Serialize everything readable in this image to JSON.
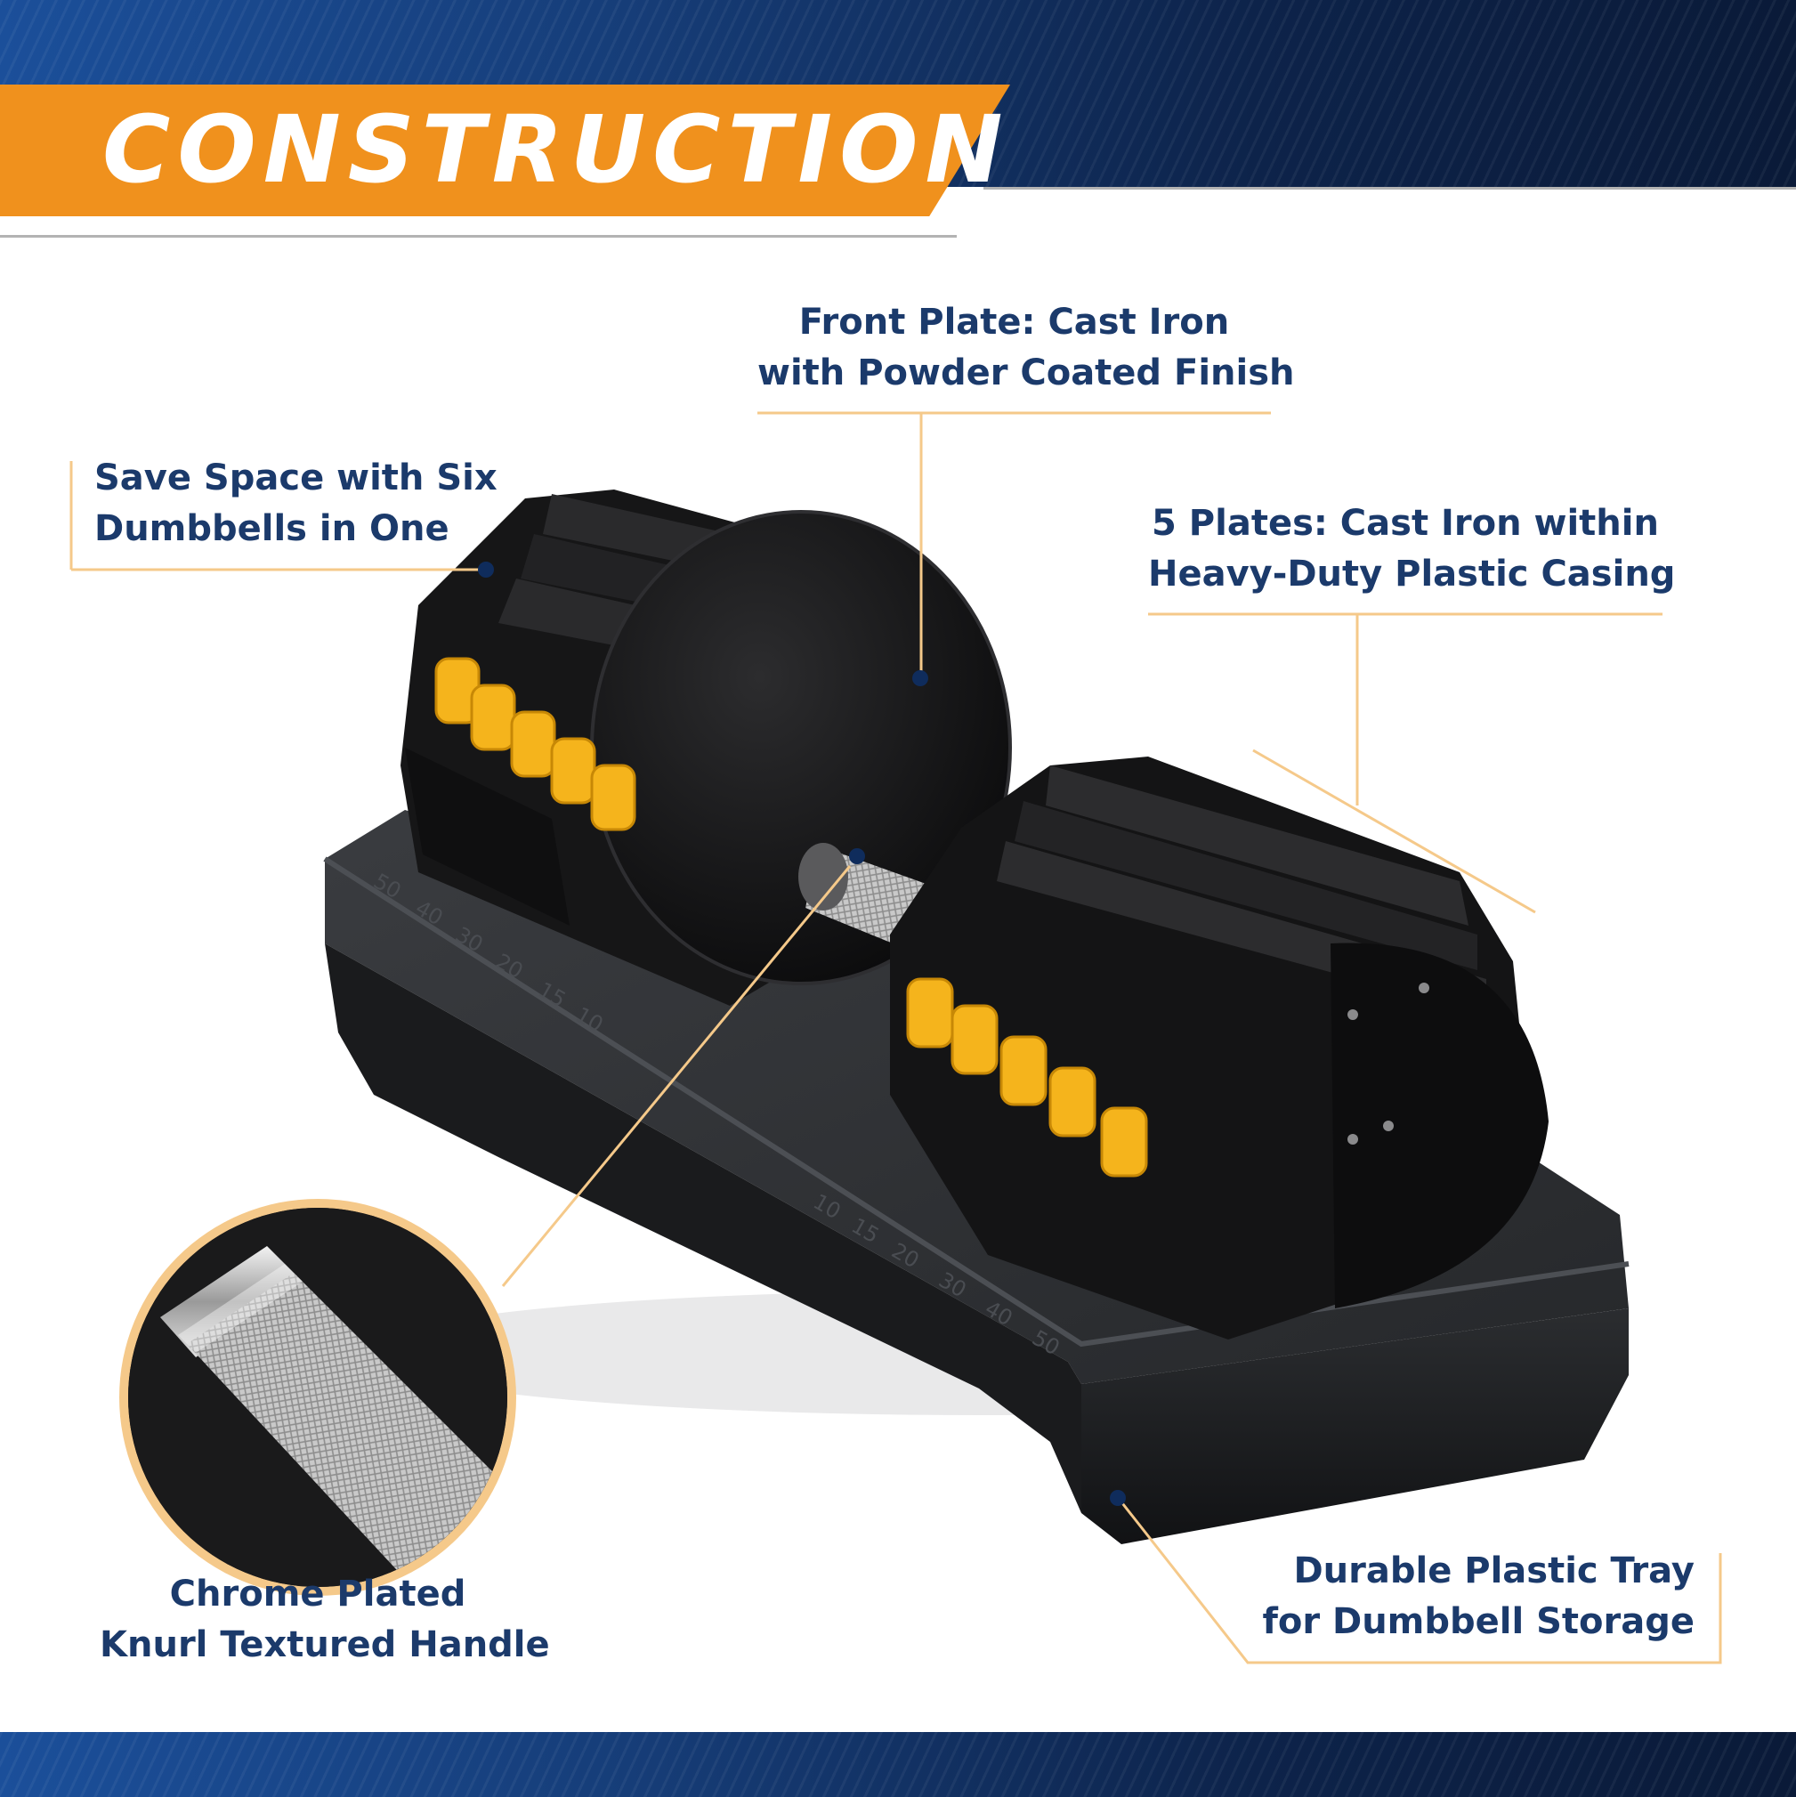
{
  "title": "CONSTRUCTION",
  "colors": {
    "accent_orange": "#f0911d",
    "navy_text": "#1b3a6b",
    "band_blue": "#163d78",
    "leader_line": "#f5c98a",
    "dot": "#0f2c5c"
  },
  "callouts": {
    "front_plate": {
      "line1": "Front Plate: Cast Iron",
      "line2": "with Powder Coated Finish"
    },
    "save_space": {
      "line1": "Save Space with Six",
      "line2": "Dumbbells in One"
    },
    "five_plates": {
      "line1": "5 Plates: Cast Iron within",
      "line2": "Heavy-Duty Plastic Casing"
    },
    "handle": {
      "line1": "Chrome Plated",
      "line2": "Knurl Textured Handle"
    },
    "tray": {
      "line1": "Durable Plastic Tray",
      "line2": "for Dumbbell Storage"
    }
  },
  "tray_scale": {
    "left": [
      "50",
      "40",
      "30",
      "20",
      "15",
      "10"
    ],
    "right": [
      "10",
      "15",
      "20",
      "30",
      "40",
      "50"
    ]
  }
}
